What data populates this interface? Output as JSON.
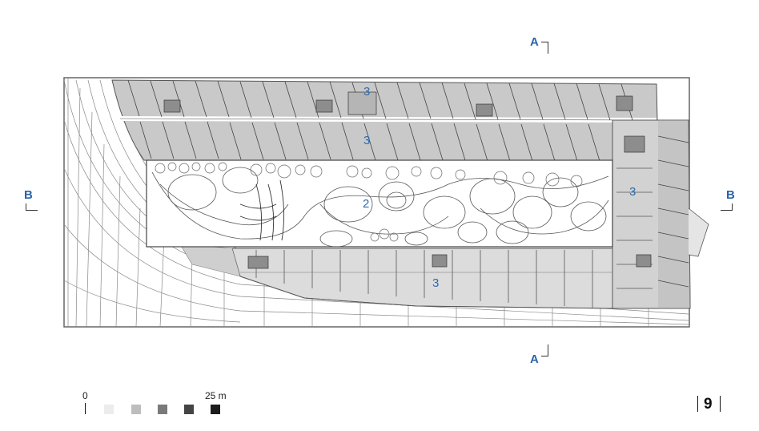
{
  "section_marks": {
    "a_top": "A",
    "a_bottom": "A",
    "b_left": "B",
    "b_right": "B"
  },
  "zones": {
    "courtyard": "2",
    "north_upper": "3",
    "north_lower": "3",
    "east": "3",
    "south": "3"
  },
  "scale": {
    "start": "0",
    "end": "25 m",
    "shades": [
      "#ececec",
      "#bdbdbd",
      "#7a7a7a",
      "#444444",
      "#1c1c1c"
    ]
  },
  "page_number": "9",
  "colors": {
    "label_blue": "#2d6bb3",
    "wall_fill": "#c9c9c9",
    "line": "#555555"
  }
}
